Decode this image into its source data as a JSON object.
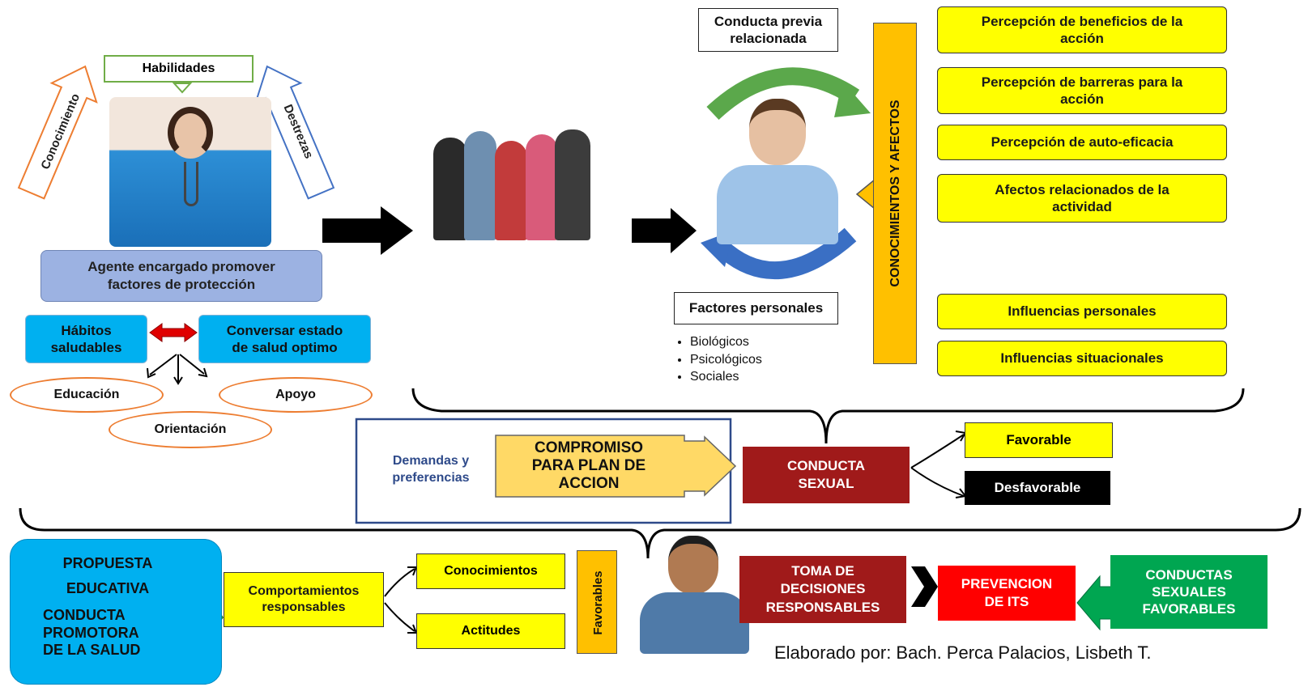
{
  "left_panel": {
    "habilidades": "Habilidades",
    "conocimiento": "Conocimiento",
    "destrezas": "Destrezas",
    "agent_line1": "Agente encargado promover",
    "agent_line2": "factores de protección",
    "habitos_line1": "Hábitos",
    "habitos_line2": "saludables",
    "conversar_line1": "Conversar estado",
    "conversar_line2": "de salud optimo",
    "educacion": "Educación",
    "apoyo": "Apoyo",
    "orientacion": "Orientación"
  },
  "right_panel": {
    "conducta_previa_line1": "Conducta previa",
    "conducta_previa_line2": "relacionada",
    "factores_personales": "Factores personales",
    "factores_list": [
      "Biológicos",
      "Psicológicos",
      "Sociales"
    ],
    "vertical_label": "CONOCIMIENTOS Y AFECTOS",
    "yellow_items": [
      {
        "line1": "Percepción de beneficios de la",
        "line2": "acción"
      },
      {
        "line1": "Percepción de barreras para la",
        "line2": "acción"
      },
      {
        "line1": "Percepción de auto-eficacia",
        "line2": ""
      },
      {
        "line1": "Afectos relacionados de la",
        "line2": "actividad"
      },
      {
        "line1": "Influencias personales",
        "line2": ""
      },
      {
        "line1": "Influencias situacionales",
        "line2": ""
      }
    ]
  },
  "middle": {
    "demandas_line1": "Demandas y",
    "demandas_line2": "preferencias",
    "compromiso_line1": "COMPROMISO",
    "compromiso_line2": "PARA PLAN DE",
    "compromiso_line3": "ACCION",
    "conducta_sexual_line1": "CONDUCTA",
    "conducta_sexual_line2": "SEXUAL",
    "favorable": "Favorable",
    "desfavorable": "Desfavorable"
  },
  "bottom": {
    "propuesta_line1": "PROPUESTA",
    "propuesta_line2": "EDUCATIVA",
    "promotora_line1": "CONDUCTA",
    "promotora_line2": "PROMOTORA",
    "promotora_line3": "DE LA SALUD",
    "comportamientos_line1": "Comportamientos",
    "comportamientos_line2": "responsables",
    "conocimientos": "Conocimientos",
    "actitudes": "Actitudes",
    "favorables_vertical": "Favorables",
    "toma_line1": "TOMA DE",
    "toma_line2": "DECISIONES",
    "toma_line3": "RESPONSABLES",
    "prevencion_line1": "PREVENCION",
    "prevencion_line2": "DE ITS",
    "conductas_line1": "CONDUCTAS",
    "conductas_line2": "SEXUALES",
    "conductas_line3": "FAVORABLES",
    "credit": "Elaborado por: Bach. Perca Palacios, Lisbeth T."
  },
  "colors": {
    "yellow": "#ffff00",
    "blue": "#00b0f0",
    "dark_red": "#a01a1a",
    "red": "#ff0000",
    "green": "#00a651",
    "orange": "#ffc000",
    "lavender": "#9cb2e2"
  }
}
